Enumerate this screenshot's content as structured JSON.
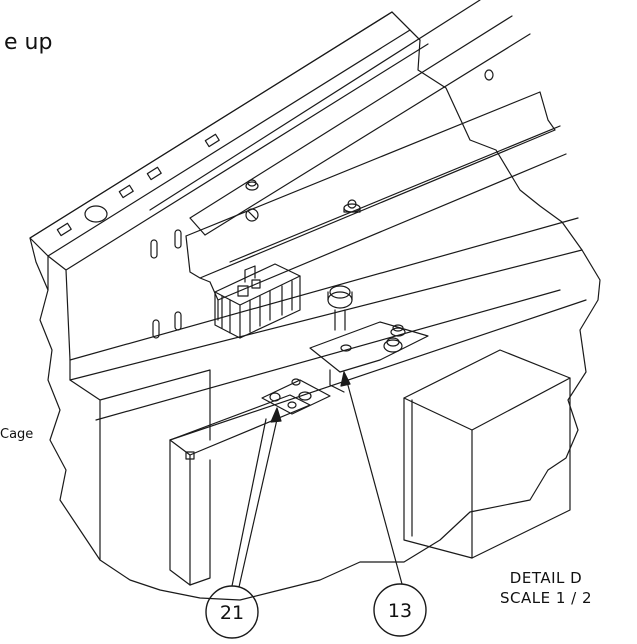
{
  "labels": {
    "top_text": "e up",
    "side_text": "Cage"
  },
  "detail": {
    "title": "DETAIL  D",
    "scale": "SCALE 1 / 2"
  },
  "balloons": [
    {
      "id": "balloon-21",
      "text": "21"
    },
    {
      "id": "balloon-13",
      "text": "13"
    }
  ],
  "colors": {
    "line": "#1a1a1a",
    "paper": "#ffffff"
  }
}
